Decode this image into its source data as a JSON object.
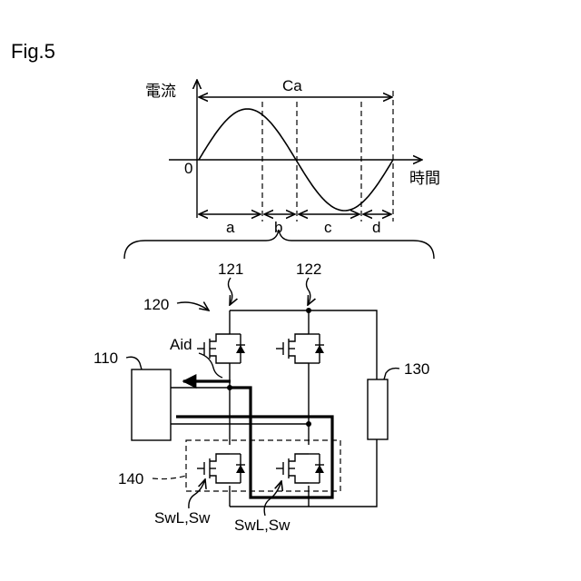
{
  "figure": {
    "title": "Fig.5"
  },
  "graph": {
    "y_axis_label": "電流",
    "x_axis_label": "時間",
    "origin_label": "0",
    "period_label": "Ca",
    "intervals": [
      "a",
      "b",
      "c",
      "d"
    ]
  },
  "circuit": {
    "labels": {
      "motor": "110",
      "bridge": "120",
      "leg_1": "121",
      "leg_2": "122",
      "load": "130",
      "switch_group": "140",
      "current_arrow": "Aid",
      "switch_1": "SwL,Sw",
      "switch_2": "SwL,Sw"
    }
  }
}
